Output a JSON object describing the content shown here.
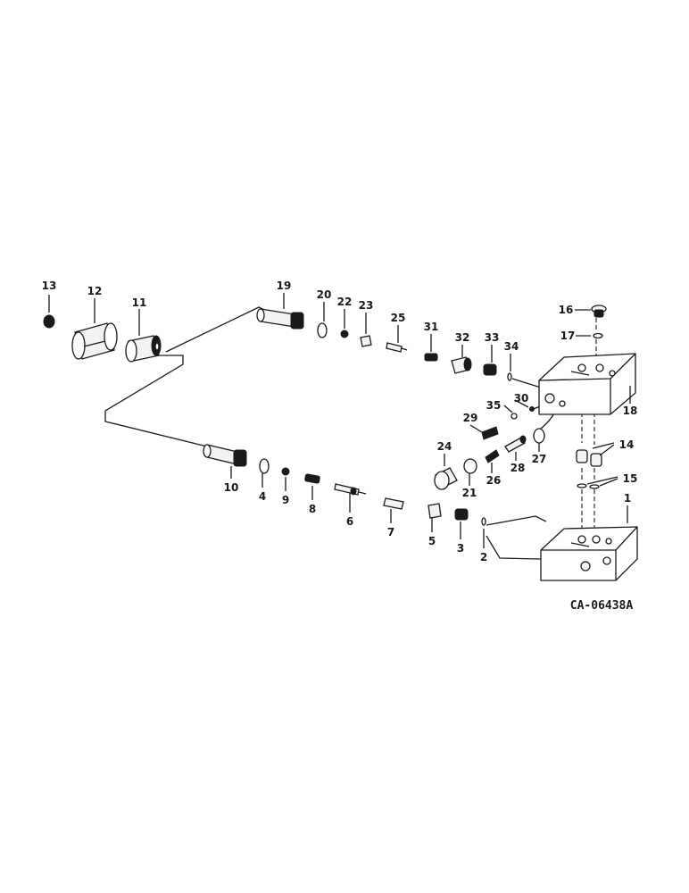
{
  "drawing_code": "CA-06438A",
  "labels": {
    "l1": "1",
    "l2": "2",
    "l3": "3",
    "l4": "4",
    "l5": "5",
    "l6": "6",
    "l7": "7",
    "l8": "8",
    "l9": "9",
    "l10": "10",
    "l11": "11",
    "l12": "12",
    "l13": "13",
    "l14": "14",
    "l15": "15",
    "l16": "16",
    "l17": "17",
    "l18": "18",
    "l19": "19",
    "l20": "20",
    "l21": "21",
    "l22": "22",
    "l23": "23",
    "l24": "24",
    "l25": "25",
    "l26": "26",
    "l27": "27",
    "l28": "28",
    "l29": "29",
    "l30": "30",
    "l31": "31",
    "l32": "32",
    "l33": "33",
    "l34": "34",
    "l35": "35"
  }
}
